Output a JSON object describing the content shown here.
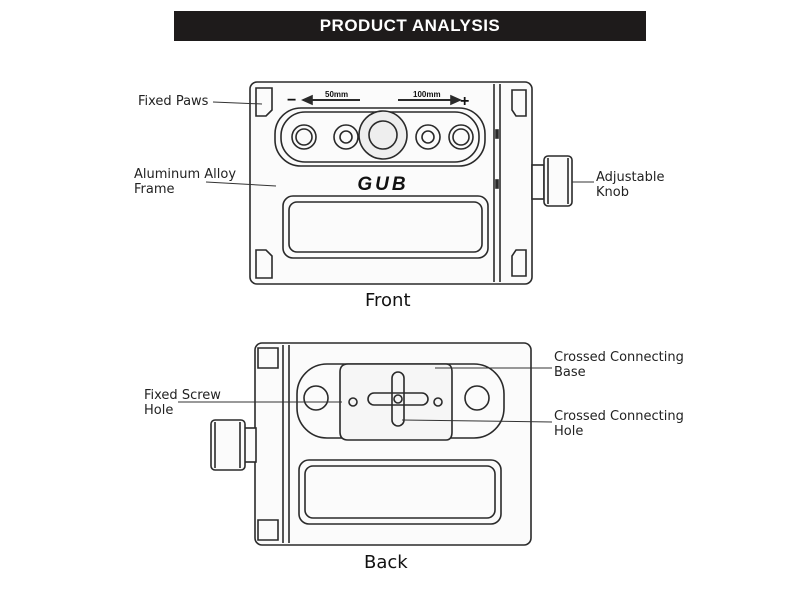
{
  "header": {
    "title": "PRODUCT ANALYSIS"
  },
  "front": {
    "caption": "Front",
    "dim_minus": "50mm",
    "dim_plus": "100mm",
    "minus_symbol": "−",
    "plus_symbol": "+",
    "logo_text": "GUB",
    "labels": {
      "fixed_paws": "Fixed Paws",
      "frame": "Aluminum Alloy\nFrame",
      "knob": "Adjustable\nKnob"
    }
  },
  "back": {
    "caption": "Back",
    "labels": {
      "fixed_screw_hole": "Fixed Screw\nHole",
      "crossed_base": "Crossed Connecting\nBase",
      "crossed_hole": "Crossed Connecting\nHole"
    }
  }
}
